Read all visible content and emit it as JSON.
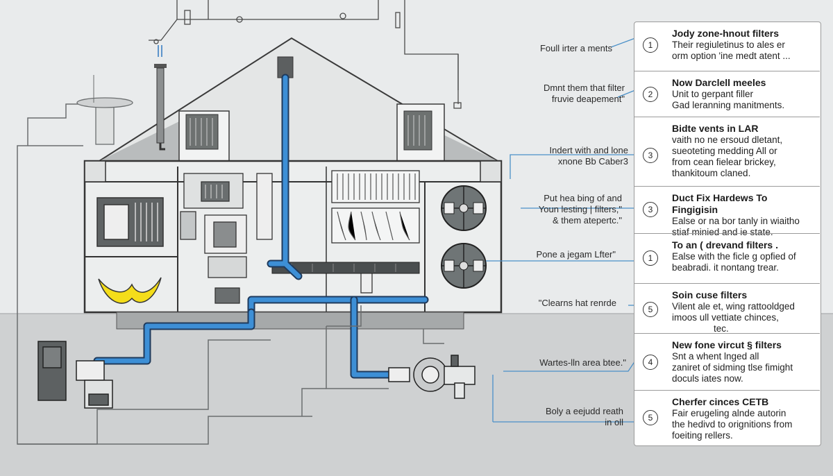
{
  "annotations": [
    {
      "lines": [
        "Foull irter a ments"
      ]
    },
    {
      "lines": [
        "Dmnt them that filter",
        "fruvie deapement\""
      ]
    },
    {
      "lines": [
        "Indert with and lone",
        "xnone Bb Caber3"
      ]
    },
    {
      "lines": [
        "Put hea bing of and",
        "Youn lesting | filters,\"",
        "& them atepertc.\""
      ]
    },
    {
      "lines": [
        "Pone a jegam Lfter\""
      ]
    },
    {
      "lines": [
        "\"Clearns hat renrde"
      ]
    },
    {
      "lines": [
        "Wartes-lln area btee.\""
      ]
    },
    {
      "lines": [
        "Boly a eejudd reath",
        "in oll"
      ]
    }
  ],
  "legend": [
    {
      "number": "1",
      "title": "Jody zone-hnout filters",
      "lines": [
        "Their regiuletinus to ales er",
        "orm option 'ine medt atent ..."
      ]
    },
    {
      "number": "2",
      "title": "Now Darclell meeles",
      "lines": [
        "Unit to gerpant filler",
        "Gad leranning manitments."
      ]
    },
    {
      "number": "3",
      "title": "Bidte vents in LAR",
      "lines": [
        "vaith no ne ersoud dletant,",
        "sueoteting medding All or",
        "from cean fielear brickey,",
        "thankitoum claned."
      ]
    },
    {
      "number": "3",
      "title": "Duct Fix Hardews To Fingigisin",
      "lines": [
        "Ealse or na bor tanly in wiaitho",
        "stiaf minied and ie state."
      ]
    },
    {
      "number": "1",
      "title": "To an ( drevand filters .",
      "lines": [
        "Ealse with the ficle g opfied of",
        "beabradi. it nontang trear."
      ]
    },
    {
      "number": "5",
      "title": "Soin cuse filters",
      "lines": [
        "Vilent ale et, wing rattooldged",
        "imoos ull vettiate chinces,",
        "tec."
      ]
    },
    {
      "number": "4",
      "title": "New fone vircut § filters",
      "lines": [
        "Snt a whent lnged all",
        "zaniret of sidming tlse fimight",
        "doculs iates now."
      ]
    },
    {
      "number": "5",
      "title": "Cherfer cinces CETB",
      "lines": [
        "Fair erugeling alnde autorin",
        "the hedivd to orignitions from",
        "foeiting rellers."
      ]
    }
  ],
  "colors": {
    "duct_blue": "#3d8fd6",
    "duct_outline": "#1f3a5c",
    "accent_yellow": "#f4dd1a",
    "fan_grey": "#6f7576",
    "leader_line": "#4a90c8",
    "background": "#e9ebec"
  }
}
